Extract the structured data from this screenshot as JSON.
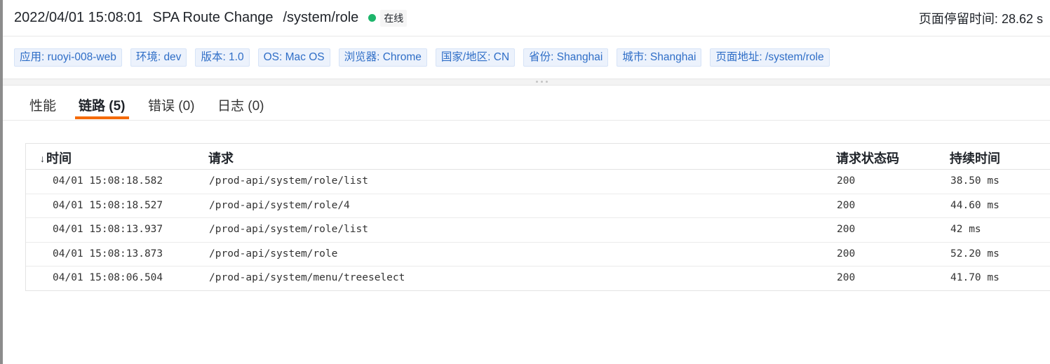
{
  "header": {
    "timestamp": "2022/04/01 15:08:01",
    "event_type": "SPA Route Change",
    "route": "/system/role",
    "status_label": "在线",
    "status_color": "#1db56b",
    "dwell_label": "页面停留时间:",
    "dwell_value": "28.62 s"
  },
  "tags": [
    "应用: ruoyi-008-web",
    "环境: dev",
    "版本: 1.0",
    "OS: Mac OS",
    "浏览器: Chrome",
    "国家/地区: CN",
    "省份: Shanghai",
    "城市: Shanghai",
    "页面地址: /system/role"
  ],
  "tabs": [
    {
      "label": "性能"
    },
    {
      "label": "链路 (5)"
    },
    {
      "label": "错误 (0)"
    },
    {
      "label": "日志 (0)"
    }
  ],
  "active_tab_color": "#f56a00",
  "table": {
    "sort_icon": "arrow-down-icon",
    "columns": [
      "时间",
      "请求",
      "请求状态码",
      "持续时间"
    ],
    "rows": [
      {
        "time": "04/01 15:08:18.582",
        "request": "/prod-api/system/role/list",
        "status": "200",
        "duration": "38.50 ms"
      },
      {
        "time": "04/01 15:08:18.527",
        "request": "/prod-api/system/role/4",
        "status": "200",
        "duration": "44.60 ms"
      },
      {
        "time": "04/01 15:08:13.937",
        "request": "/prod-api/system/role/list",
        "status": "200",
        "duration": "42 ms"
      },
      {
        "time": "04/01 15:08:13.873",
        "request": "/prod-api/system/role",
        "status": "200",
        "duration": "52.20 ms"
      },
      {
        "time": "04/01 15:08:06.504",
        "request": "/prod-api/system/menu/treeselect",
        "status": "200",
        "duration": "41.70 ms"
      }
    ]
  }
}
